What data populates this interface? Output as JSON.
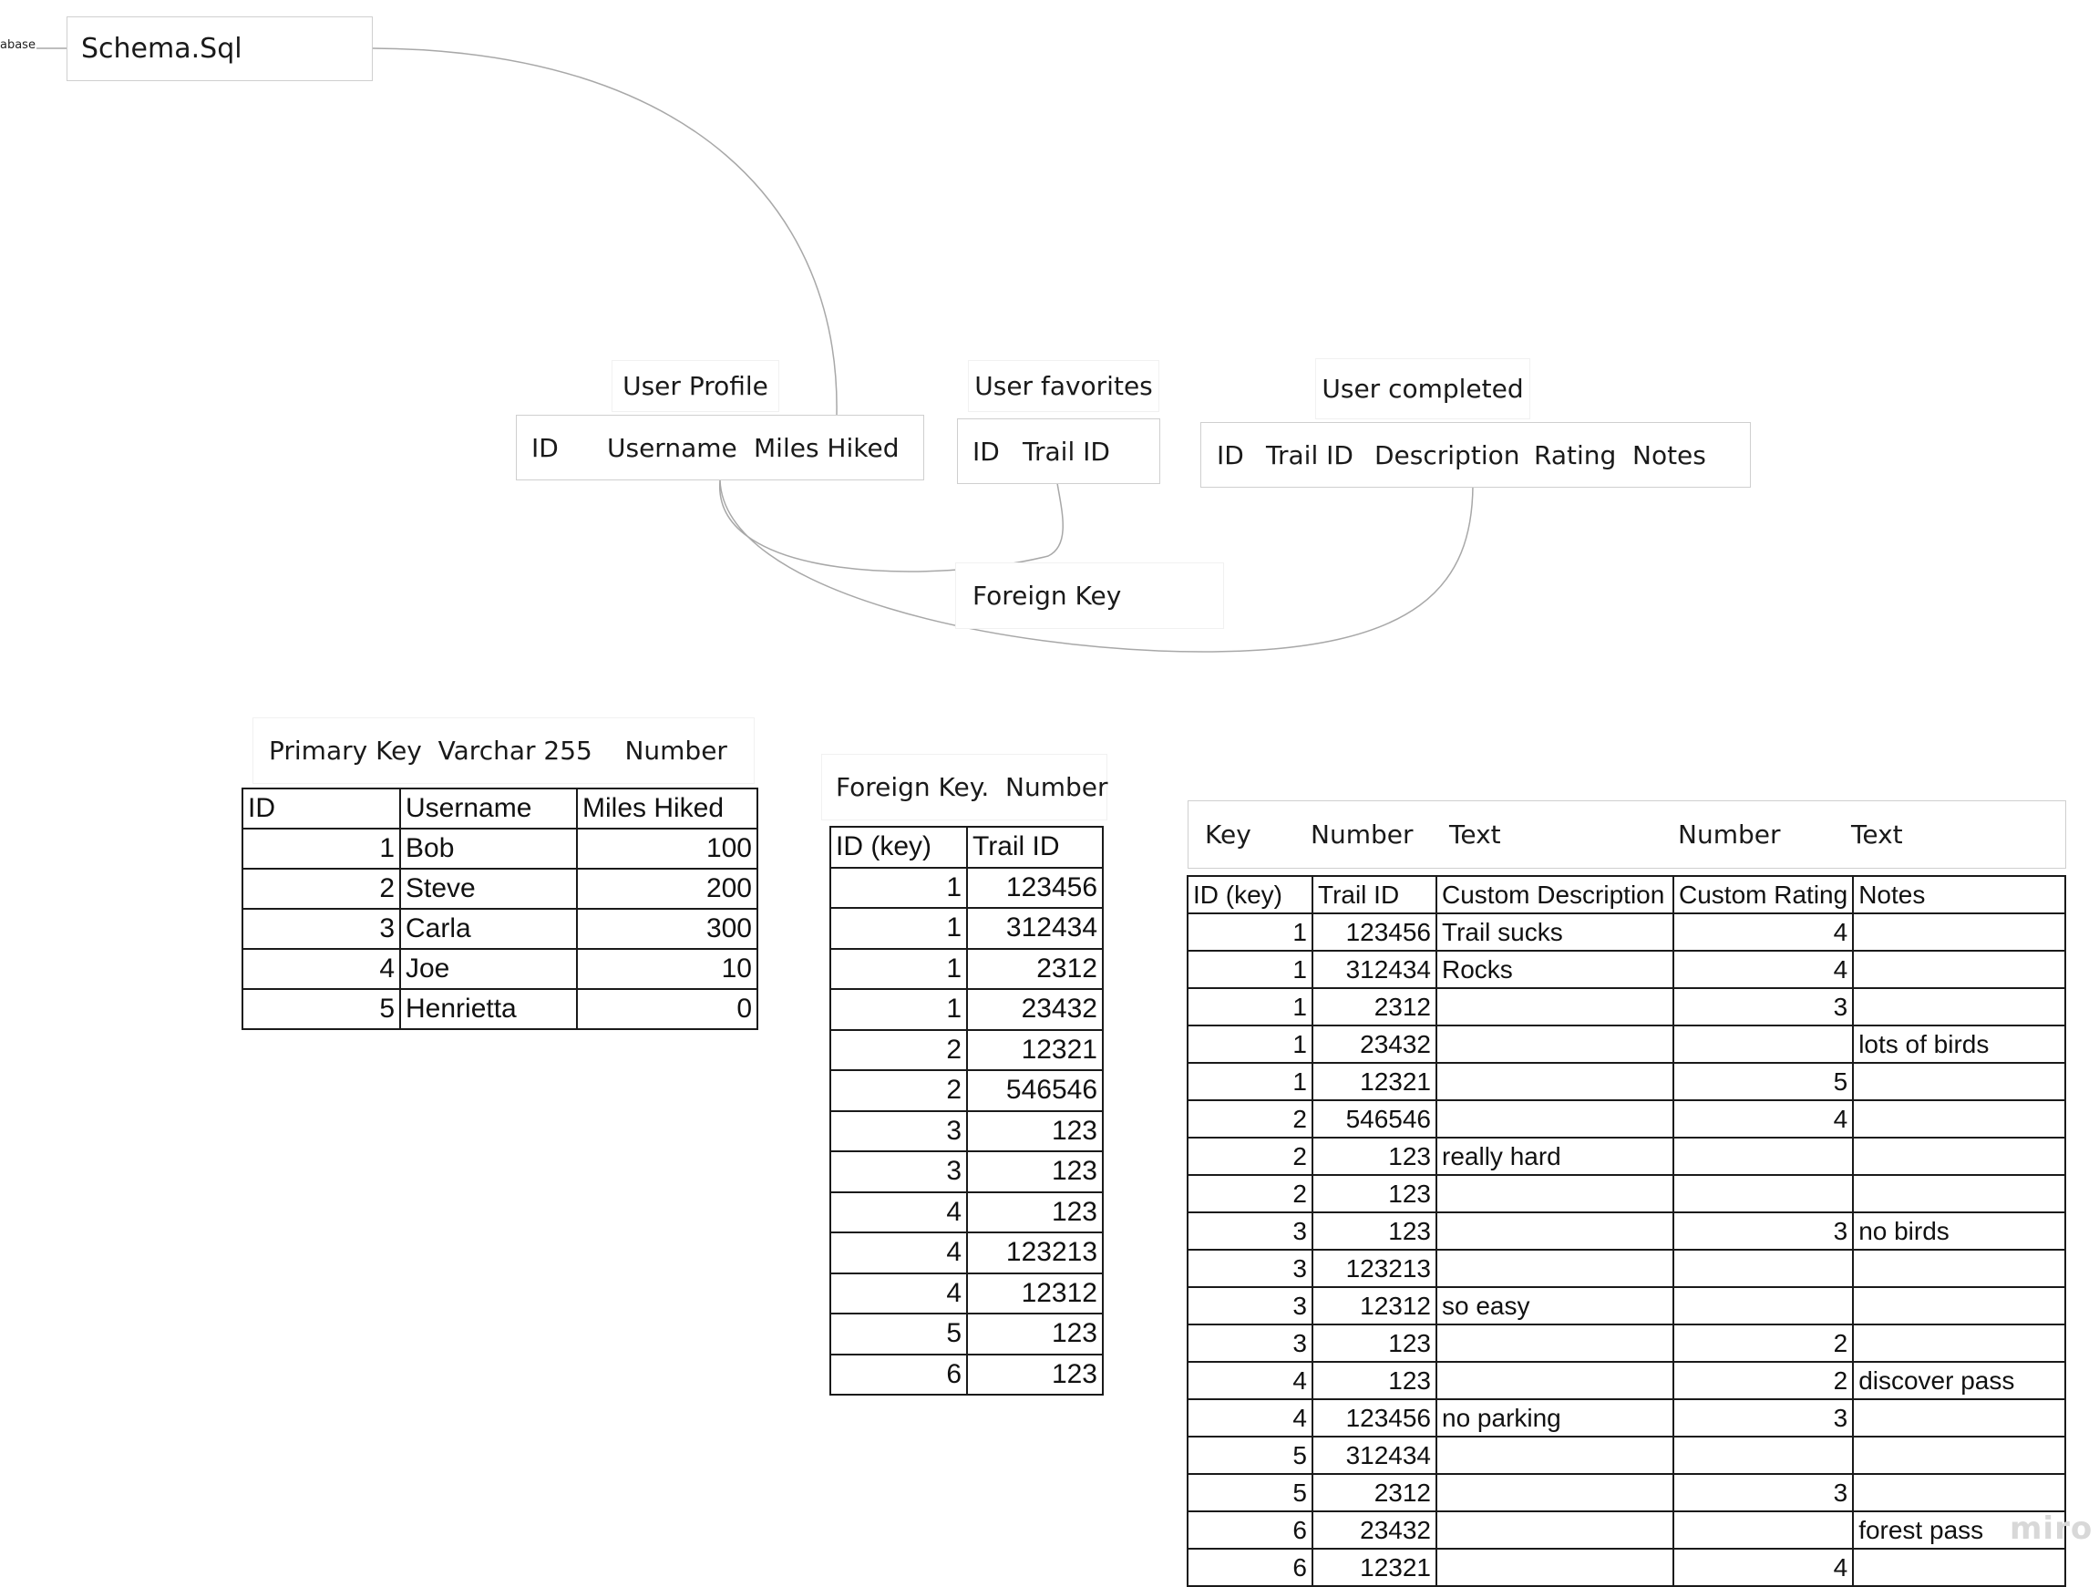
{
  "root": {
    "cut_label": "abase",
    "title": "Schema.Sql"
  },
  "schema_cards": [
    {
      "title": "User Profile",
      "columns": [
        "ID",
        "Username",
        "Miles Hiked"
      ]
    },
    {
      "title": "User favorites",
      "columns": [
        "ID",
        "Trail ID"
      ]
    },
    {
      "title": "User completed",
      "columns": [
        "ID",
        "Trail ID",
        "Description",
        "Rating",
        "Notes"
      ]
    }
  ],
  "relationship_label": "Foreign Key",
  "tables": [
    {
      "type_header": "Primary Key  Varchar 255    Number",
      "columns": [
        "ID",
        "Username",
        "Miles Hiked"
      ],
      "rows": [
        [
          "1",
          "Bob",
          "100"
        ],
        [
          "2",
          "Steve",
          "200"
        ],
        [
          "3",
          "Carla",
          "300"
        ],
        [
          "4",
          "Joe",
          "10"
        ],
        [
          "5",
          "Henrietta",
          "0"
        ]
      ]
    },
    {
      "type_header": "Foreign Key.  Number",
      "columns": [
        "ID (key)",
        "Trail ID"
      ],
      "rows": [
        [
          "1",
          "123456"
        ],
        [
          "1",
          "312434"
        ],
        [
          "1",
          "2312"
        ],
        [
          "1",
          "23432"
        ],
        [
          "2",
          "12321"
        ],
        [
          "2",
          "546546"
        ],
        [
          "3",
          "123"
        ],
        [
          "3",
          "123"
        ],
        [
          "4",
          "123"
        ],
        [
          "4",
          "123213"
        ],
        [
          "4",
          "12312"
        ],
        [
          "5",
          "123"
        ],
        [
          "6",
          "123"
        ]
      ]
    },
    {
      "type_header": [
        "Key",
        "Number",
        "Text",
        "Number",
        "Text"
      ],
      "columns": [
        "ID (key)",
        "Trail ID",
        "Custom Description",
        "Custom Rating",
        "Notes"
      ],
      "rows": [
        [
          "1",
          "123456",
          "Trail sucks",
          "4",
          ""
        ],
        [
          "1",
          "312434",
          "Rocks",
          "4",
          ""
        ],
        [
          "1",
          "2312",
          "",
          "3",
          ""
        ],
        [
          "1",
          "23432",
          "",
          "",
          "lots of birds"
        ],
        [
          "1",
          "12321",
          "",
          "5",
          ""
        ],
        [
          "2",
          "546546",
          "",
          "4",
          ""
        ],
        [
          "2",
          "123",
          "really hard",
          "",
          ""
        ],
        [
          "2",
          "123",
          "",
          "",
          ""
        ],
        [
          "3",
          "123",
          "",
          "3",
          "no birds"
        ],
        [
          "3",
          "123213",
          "",
          "",
          ""
        ],
        [
          "3",
          "12312",
          "so easy",
          "",
          ""
        ],
        [
          "3",
          "123",
          "",
          "2",
          ""
        ],
        [
          "4",
          "123",
          "",
          "2",
          "discover pass"
        ],
        [
          "4",
          "123456",
          "no parking",
          "3",
          ""
        ],
        [
          "5",
          "312434",
          "",
          "",
          ""
        ],
        [
          "5",
          "2312",
          "",
          "3",
          ""
        ],
        [
          "6",
          "23432",
          "",
          "",
          "forest pass"
        ],
        [
          "6",
          "12321",
          "",
          "4",
          ""
        ]
      ]
    }
  ],
  "watermark": "miro",
  "colors": {
    "connector": "#a8a8a8",
    "card_border": "#cfcfcf",
    "grid": "#1a1a1a"
  }
}
